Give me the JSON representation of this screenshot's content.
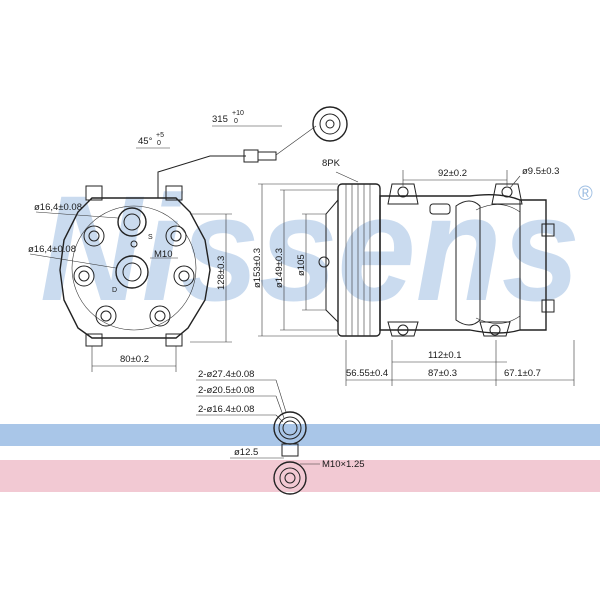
{
  "watermark": {
    "text": "Nissens",
    "registered_mark": "®",
    "color": "#9fbfe3"
  },
  "bands": {
    "blue": "#a9c6e8",
    "pink": "#f2c9d3"
  },
  "front_view": {
    "cable_length": "315",
    "cable_length_tol_upper": "+10",
    "cable_length_tol_lower": "0",
    "cable_angle": "45°",
    "cable_angle_tol_upper": "+5",
    "cable_angle_tol_lower": "0",
    "port_dia_1": "ø16,4±0.08",
    "port_dia_2": "ø16,4±0.08",
    "thread": "M10",
    "label_s": "S",
    "label_d": "D",
    "height": "128±0.3",
    "width": "80±0.2"
  },
  "pulley_view": {
    "belt": "8PK",
    "dia_outer": "ø153±0.3",
    "dia_mid": "ø149±0.3",
    "dia_inner": "ø105",
    "offset": "56.55±0.4"
  },
  "side_view": {
    "mount_spacing": "92±0.2",
    "mount_hole": "ø9.5±0.3",
    "length_overall": "112±0.1",
    "length_body": "87±0.3",
    "length_rear": "67.1±0.7"
  },
  "fitting_view": {
    "dim_1": "2-ø27.4±0.08",
    "dim_2": "2-ø20.5±0.08",
    "dim_3": "2-ø16.4±0.08",
    "dim_4": "ø12.5",
    "thread": "M10×1.25"
  }
}
